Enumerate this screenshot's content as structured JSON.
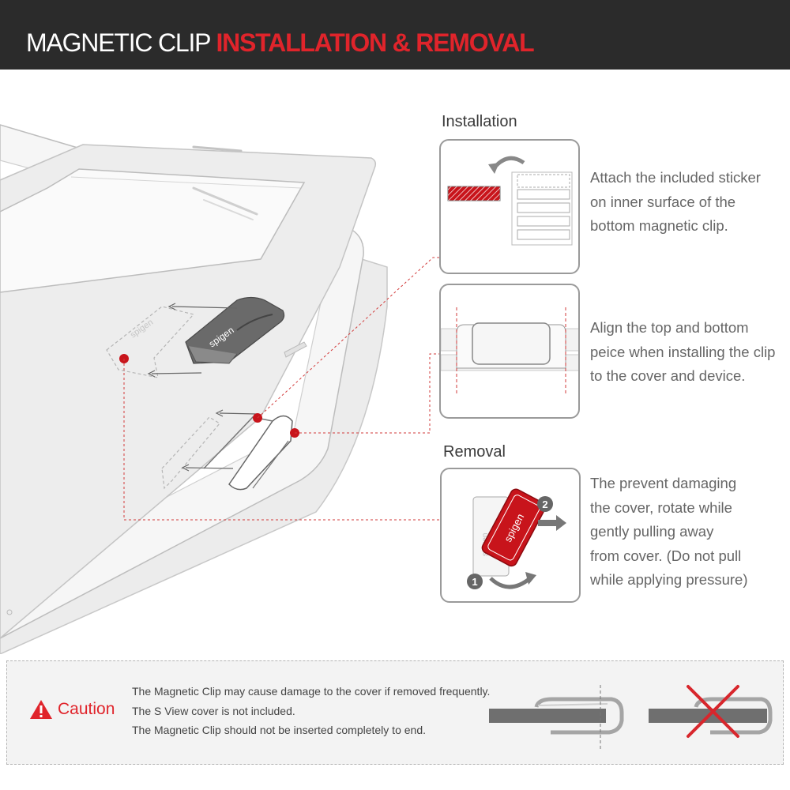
{
  "header": {
    "title_part1": "MAGNETIC CLIP ",
    "title_part2": "INSTALLATION & REMOVAL"
  },
  "installation": {
    "label": "Installation",
    "step1_text": [
      "Attach the included sticker",
      "on inner  surface of the",
      "bottom magnetic clip."
    ],
    "step2_text": [
      "Align the top and bottom",
      "peice when installing the clip",
      "to the cover and device."
    ]
  },
  "removal": {
    "label": "Removal",
    "text": [
      "The prevent damaging",
      "the cover, rotate while",
      "gently pulling away",
      "from cover. (Do not pull",
      "while applying pressure)"
    ],
    "step_1": "1",
    "step_2": "2"
  },
  "clip_brand": "spigen",
  "caution": {
    "label": "Caution",
    "lines": [
      "The Magnetic Clip may cause damage to the cover if removed frequently.",
      "The S View cover is not included.",
      "The Magnetic Clip should not be inserted completely to end."
    ]
  },
  "colors": {
    "header_bg": "#2b2b2b",
    "accent_red": "#e0242b",
    "outline_gray": "#9a9a9a",
    "caution_bg": "#f3f3f3"
  },
  "icons": {
    "caution": "warning-triangle-icon",
    "rotate": "curved-arrow-icon",
    "pull": "right-arrow-icon",
    "incorrect": "red-x-icon"
  }
}
